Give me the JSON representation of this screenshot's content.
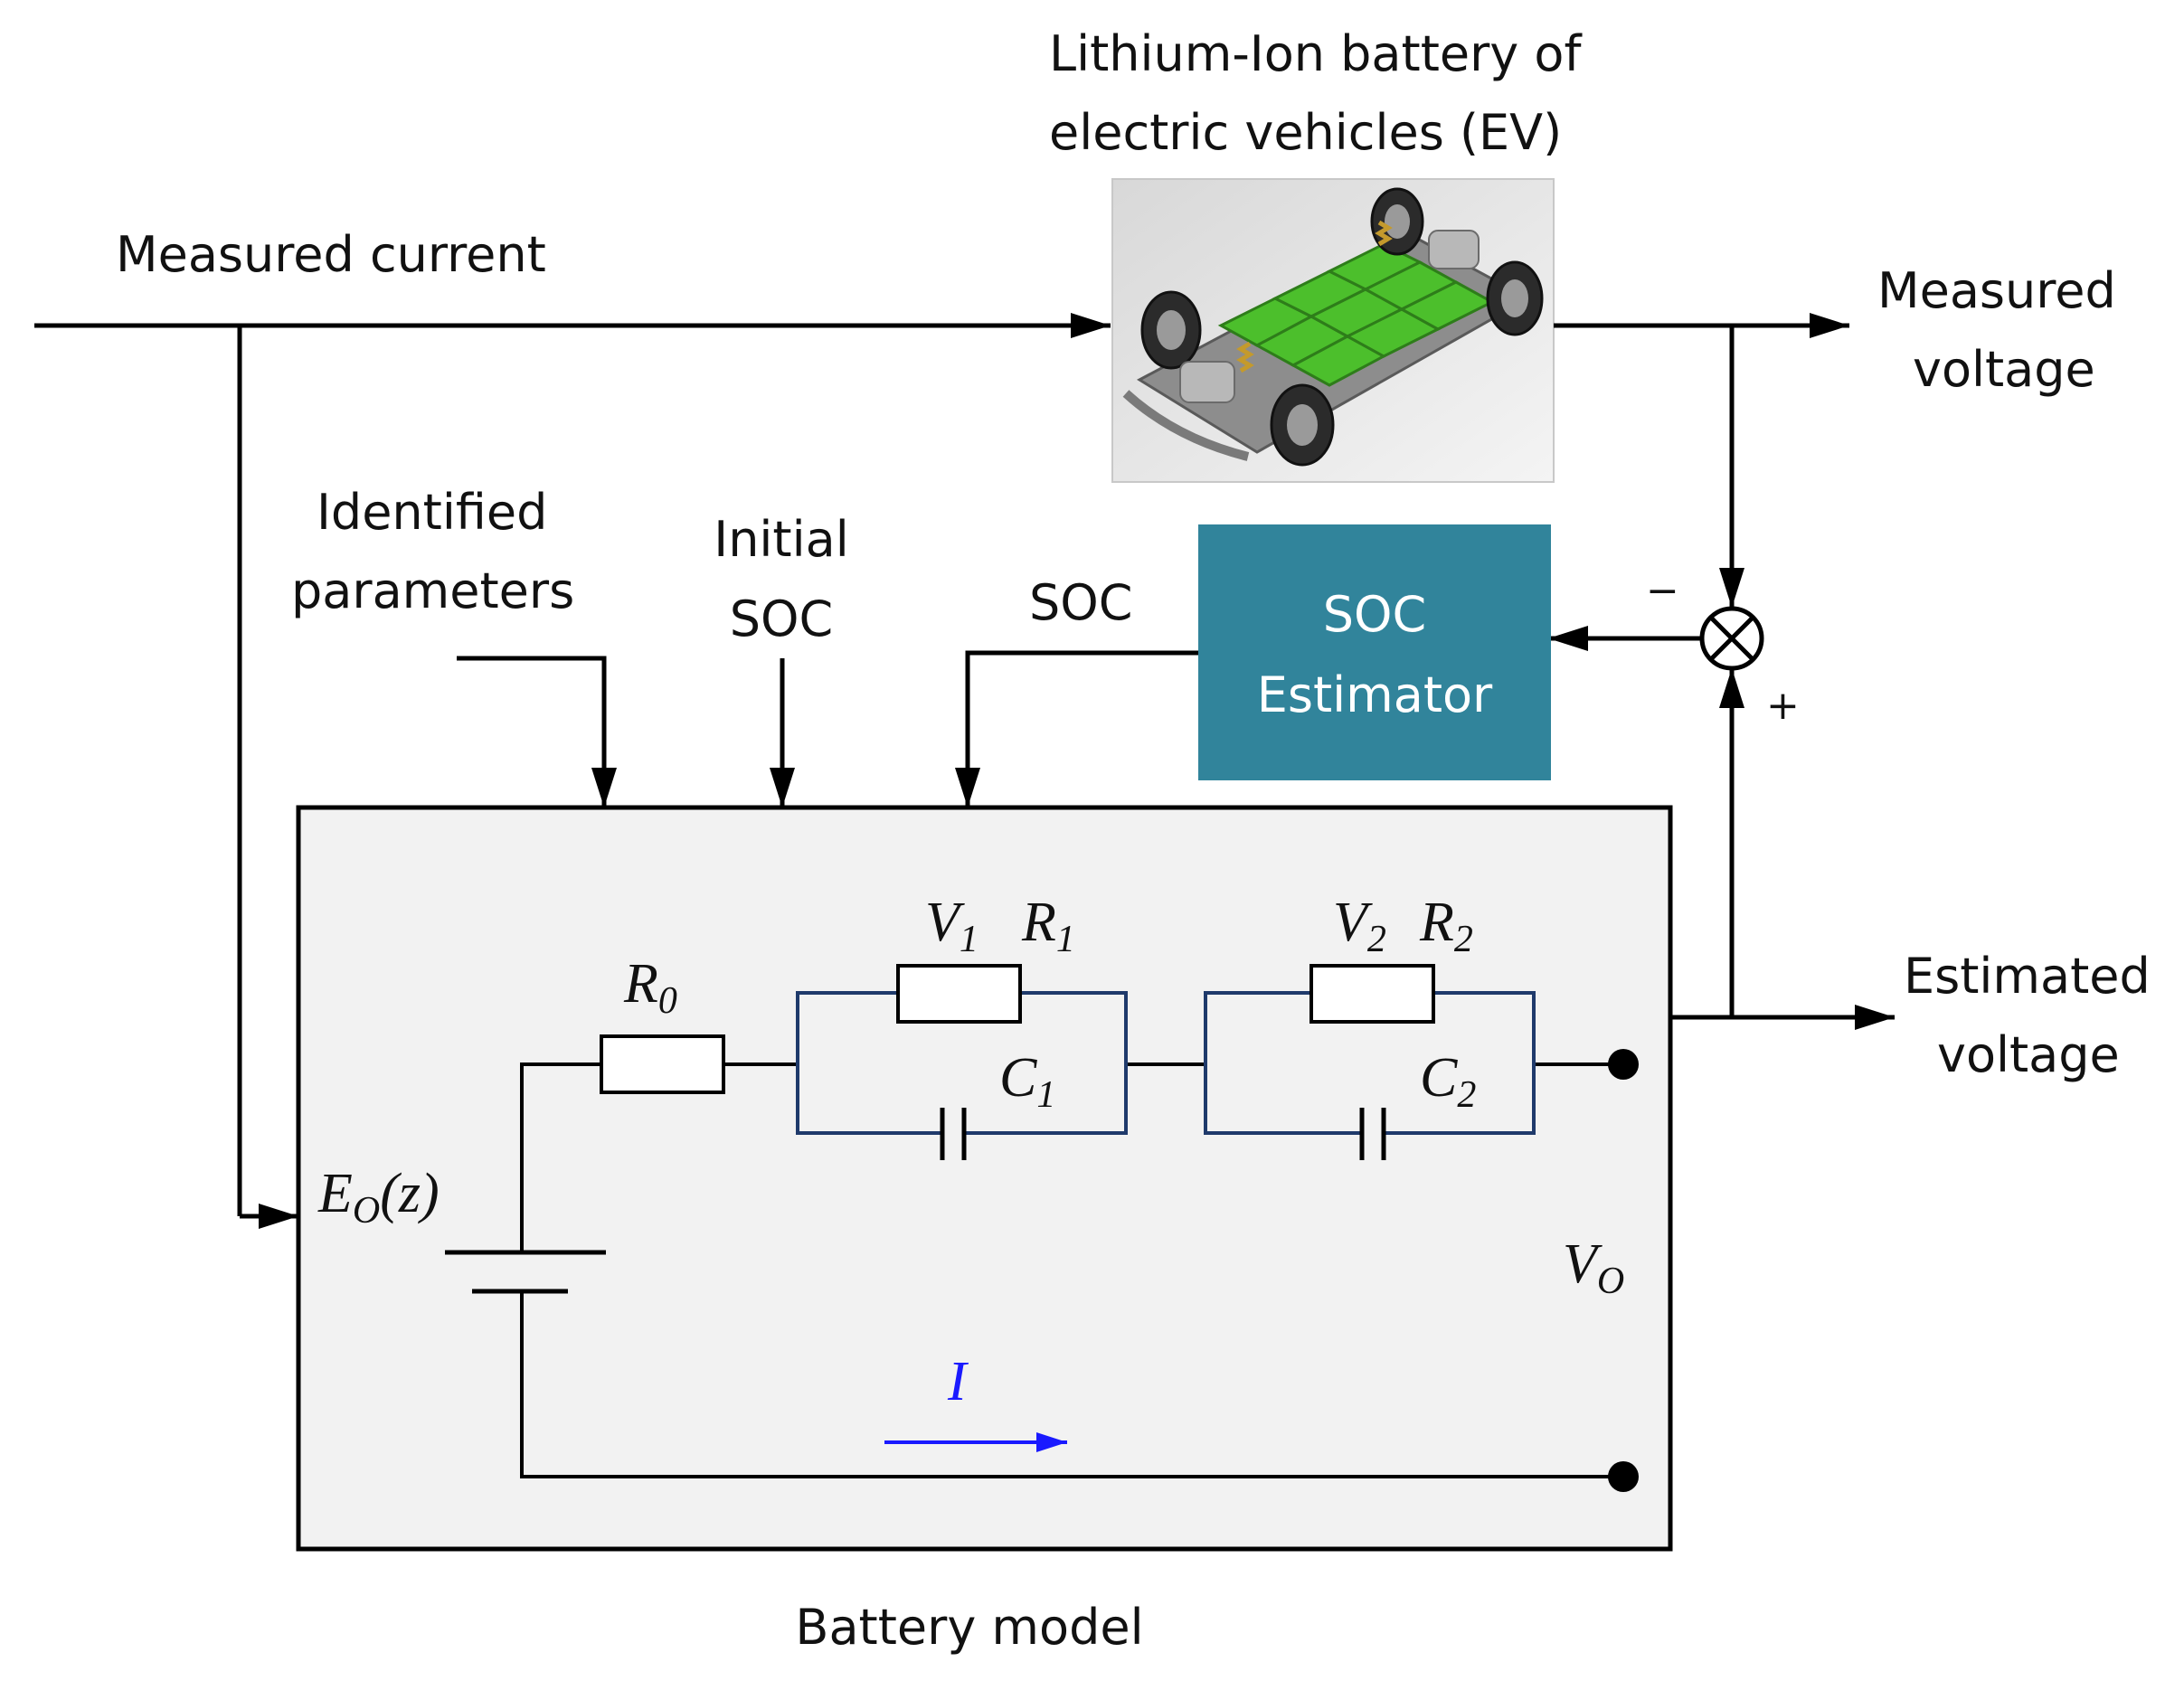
{
  "labels": {
    "ev_title_line1": "Lithium-Ion battery of",
    "ev_title_line2": "electric vehicles (EV)",
    "measured_current": "Measured current",
    "measured_voltage_line1": "Measured",
    "measured_voltage_line2": "voltage",
    "identified_params_line1": "Identified",
    "identified_params_line2": "parameters",
    "initial_soc_line1": "Initial",
    "initial_soc_line2": "SOC",
    "soc": "SOC",
    "soc_estimator_line1": "SOC",
    "soc_estimator_line2": "Estimator",
    "estimated_voltage_line1": "Estimated",
    "estimated_voltage_line2": "voltage",
    "battery_model": "Battery model",
    "minus_sign": "−",
    "plus_sign": "+"
  },
  "circuit": {
    "source": "E",
    "source_sub": "O",
    "source_arg": "(z)",
    "r0": "R",
    "r0_sub": "0",
    "v1": "V",
    "v1_sub": "1",
    "r1": "R",
    "r1_sub": "1",
    "c1": "C",
    "c1_sub": "1",
    "v2": "V",
    "v2_sub": "2",
    "r2": "R",
    "r2_sub": "2",
    "c2": "C",
    "c2_sub": "2",
    "vo": "V",
    "vo_sub": "O",
    "current": "I"
  },
  "colors": {
    "soc_estimator_fill": "#31849b",
    "battery_model_fill": "#f2f2f2",
    "rc_wire": "#1f3a6b",
    "current_arrow": "#1a1aff",
    "ev_battery_green": "#4cbf2c"
  },
  "icons": {
    "ev_image": "ev-chassis-battery-image",
    "summing_junction": "summing-junction-icon"
  }
}
